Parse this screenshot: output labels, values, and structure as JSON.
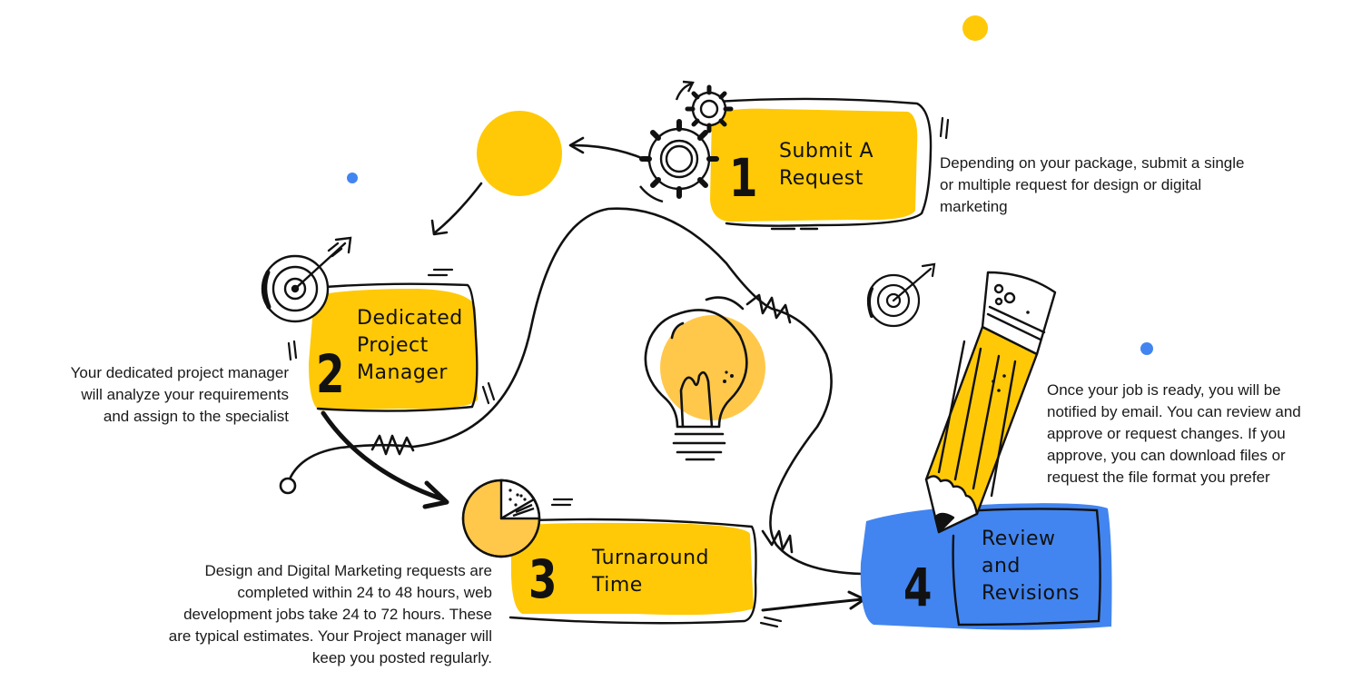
{
  "colors": {
    "yellow": "#FFC907",
    "blue": "#4285F0",
    "ink": "#111111",
    "bulb": "#FFC84B"
  },
  "steps": [
    {
      "number": "1",
      "title_lines": [
        "Submit A",
        "Request"
      ],
      "description_lines": [
        "Depending on your package, submit a single",
        "or multiple request for design or digital",
        "marketing"
      ],
      "icon": "gears-icon",
      "color": "#FFC907"
    },
    {
      "number": "2",
      "title_lines": [
        "Dedicated",
        "Project",
        "Manager"
      ],
      "description_lines": [
        "Your dedicated project manager",
        "will analyze your requirements",
        "and assign to the specialist"
      ],
      "icon": "target-icon",
      "color": "#FFC907"
    },
    {
      "number": "3",
      "title_lines": [
        "Turnaround",
        "Time"
      ],
      "description_lines": [
        "Design and Digital Marketing requests are",
        "completed within 24 to 48 hours, web",
        "development jobs take 24 to 72 hours. These",
        "are typical estimates. Your Project manager will",
        "keep you posted regularly."
      ],
      "icon": "pie-chart-icon",
      "color": "#FFC907"
    },
    {
      "number": "4",
      "title_lines": [
        "Review",
        "and",
        "Revisions"
      ],
      "description_lines": [
        "Once your job is ready, you will be",
        "notified by email. You can review and",
        "approve or request changes. If you",
        "approve, you can download files or",
        "request the file format you prefer"
      ],
      "icon": "pencil-icon",
      "color": "#4285F0"
    }
  ]
}
